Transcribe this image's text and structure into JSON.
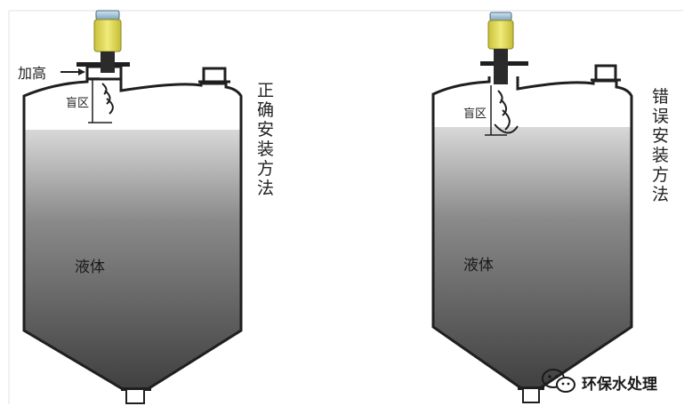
{
  "left_tank": {
    "raise_label": "加高",
    "blind_zone_label": "盲区",
    "method_label": "正确安装方法",
    "liquid_label": "液体"
  },
  "right_tank": {
    "blind_zone_label": "盲区",
    "method_label": "错误安装方法",
    "liquid_label": "液体"
  },
  "watermark": {
    "text": "环保水处理",
    "icon": "wechat-icon"
  },
  "colors": {
    "liquid_top": "#d4d4d4",
    "liquid_bottom": "#4a4a4a",
    "sensor_yellow": "#e8e060",
    "outline": "#1f1f1f"
  }
}
